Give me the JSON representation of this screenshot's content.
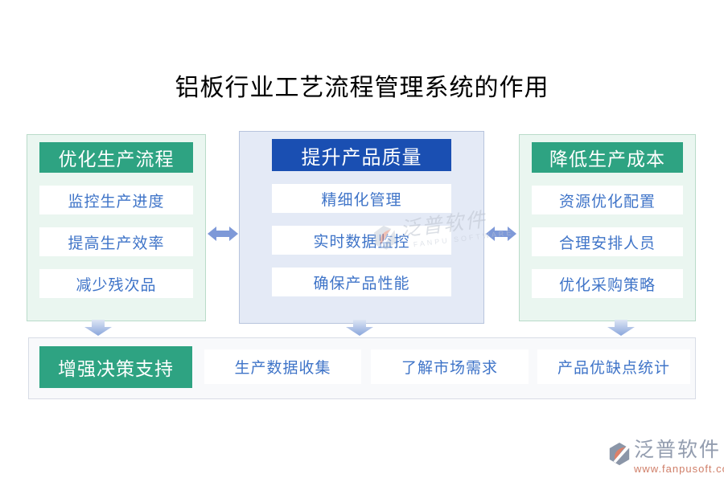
{
  "title": "铝板行业工艺流程管理系统的作用",
  "columns": [
    {
      "header": "优化生产流程",
      "theme": "green",
      "items": [
        "监控生产进度",
        "提高生产效率",
        "减少残次品"
      ]
    },
    {
      "header": "提升产品质量",
      "theme": "blue",
      "items": [
        "精细化管理",
        "实时数据监控",
        "确保产品性能"
      ]
    },
    {
      "header": "降低生产成本",
      "theme": "green",
      "items": [
        "资源优化配置",
        "合理安排人员",
        "优化采购策略"
      ]
    }
  ],
  "bottom_row": {
    "header": "增强决策支持",
    "items": [
      "生产数据收集",
      "了解市场需求",
      "产品优缺点统计"
    ]
  },
  "watermark": {
    "brand": "泛普软件",
    "subtext": "FANPU SOFTWARE",
    "url": "www.fanpusoft.com"
  },
  "colors": {
    "green_header": "#2ea382",
    "blue_header": "#1a4fb2",
    "item_text": "#3f74c8",
    "green_panel_bg": "#eaf6f0",
    "blue_panel_bg": "#e4eaf6",
    "bottom_panel_bg": "#f8f9fb",
    "arrow_blue": "#7e99d8"
  }
}
